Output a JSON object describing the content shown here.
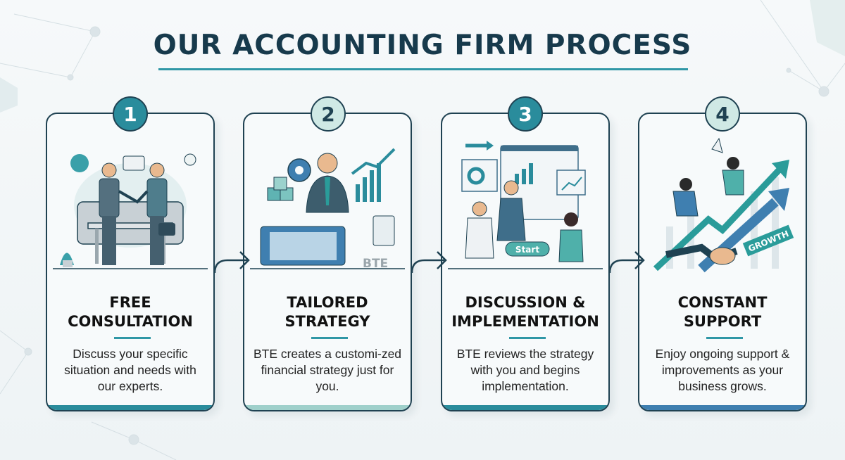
{
  "title": "OUR ACCOUNTING FIRM PROCESS",
  "colors": {
    "primary": "#2a8c9c",
    "dark": "#1f4252",
    "light_badge": "#cfe9e5",
    "title": "#173a4c"
  },
  "steps": [
    {
      "number": "1",
      "heading_line1": "FREE",
      "heading_line2": "CONSULTATION",
      "description": "Discuss your specific situation and needs with our experts.",
      "illustration": "handshake-meeting"
    },
    {
      "number": "2",
      "heading_line1": "TAILORED",
      "heading_line2": "STRATEGY",
      "description": "BTE creates a customi-zed financial strategy just for you.",
      "illustration": "strategy-planning",
      "illustration_label": "BTE"
    },
    {
      "number": "3",
      "heading_line1": "DISCUSSION &",
      "heading_line2": "IMPLEMENTATION",
      "description": "BTE reviews the strategy with you and begins implementation.",
      "illustration": "team-dashboard",
      "illustration_label": "Start"
    },
    {
      "number": "4",
      "heading_line1": "CONSTANT",
      "heading_line2": "SUPPORT",
      "description": "Enjoy ongoing support & improvements as your business grows.",
      "illustration": "growth-arrow",
      "illustration_label": "GROWTH"
    }
  ]
}
